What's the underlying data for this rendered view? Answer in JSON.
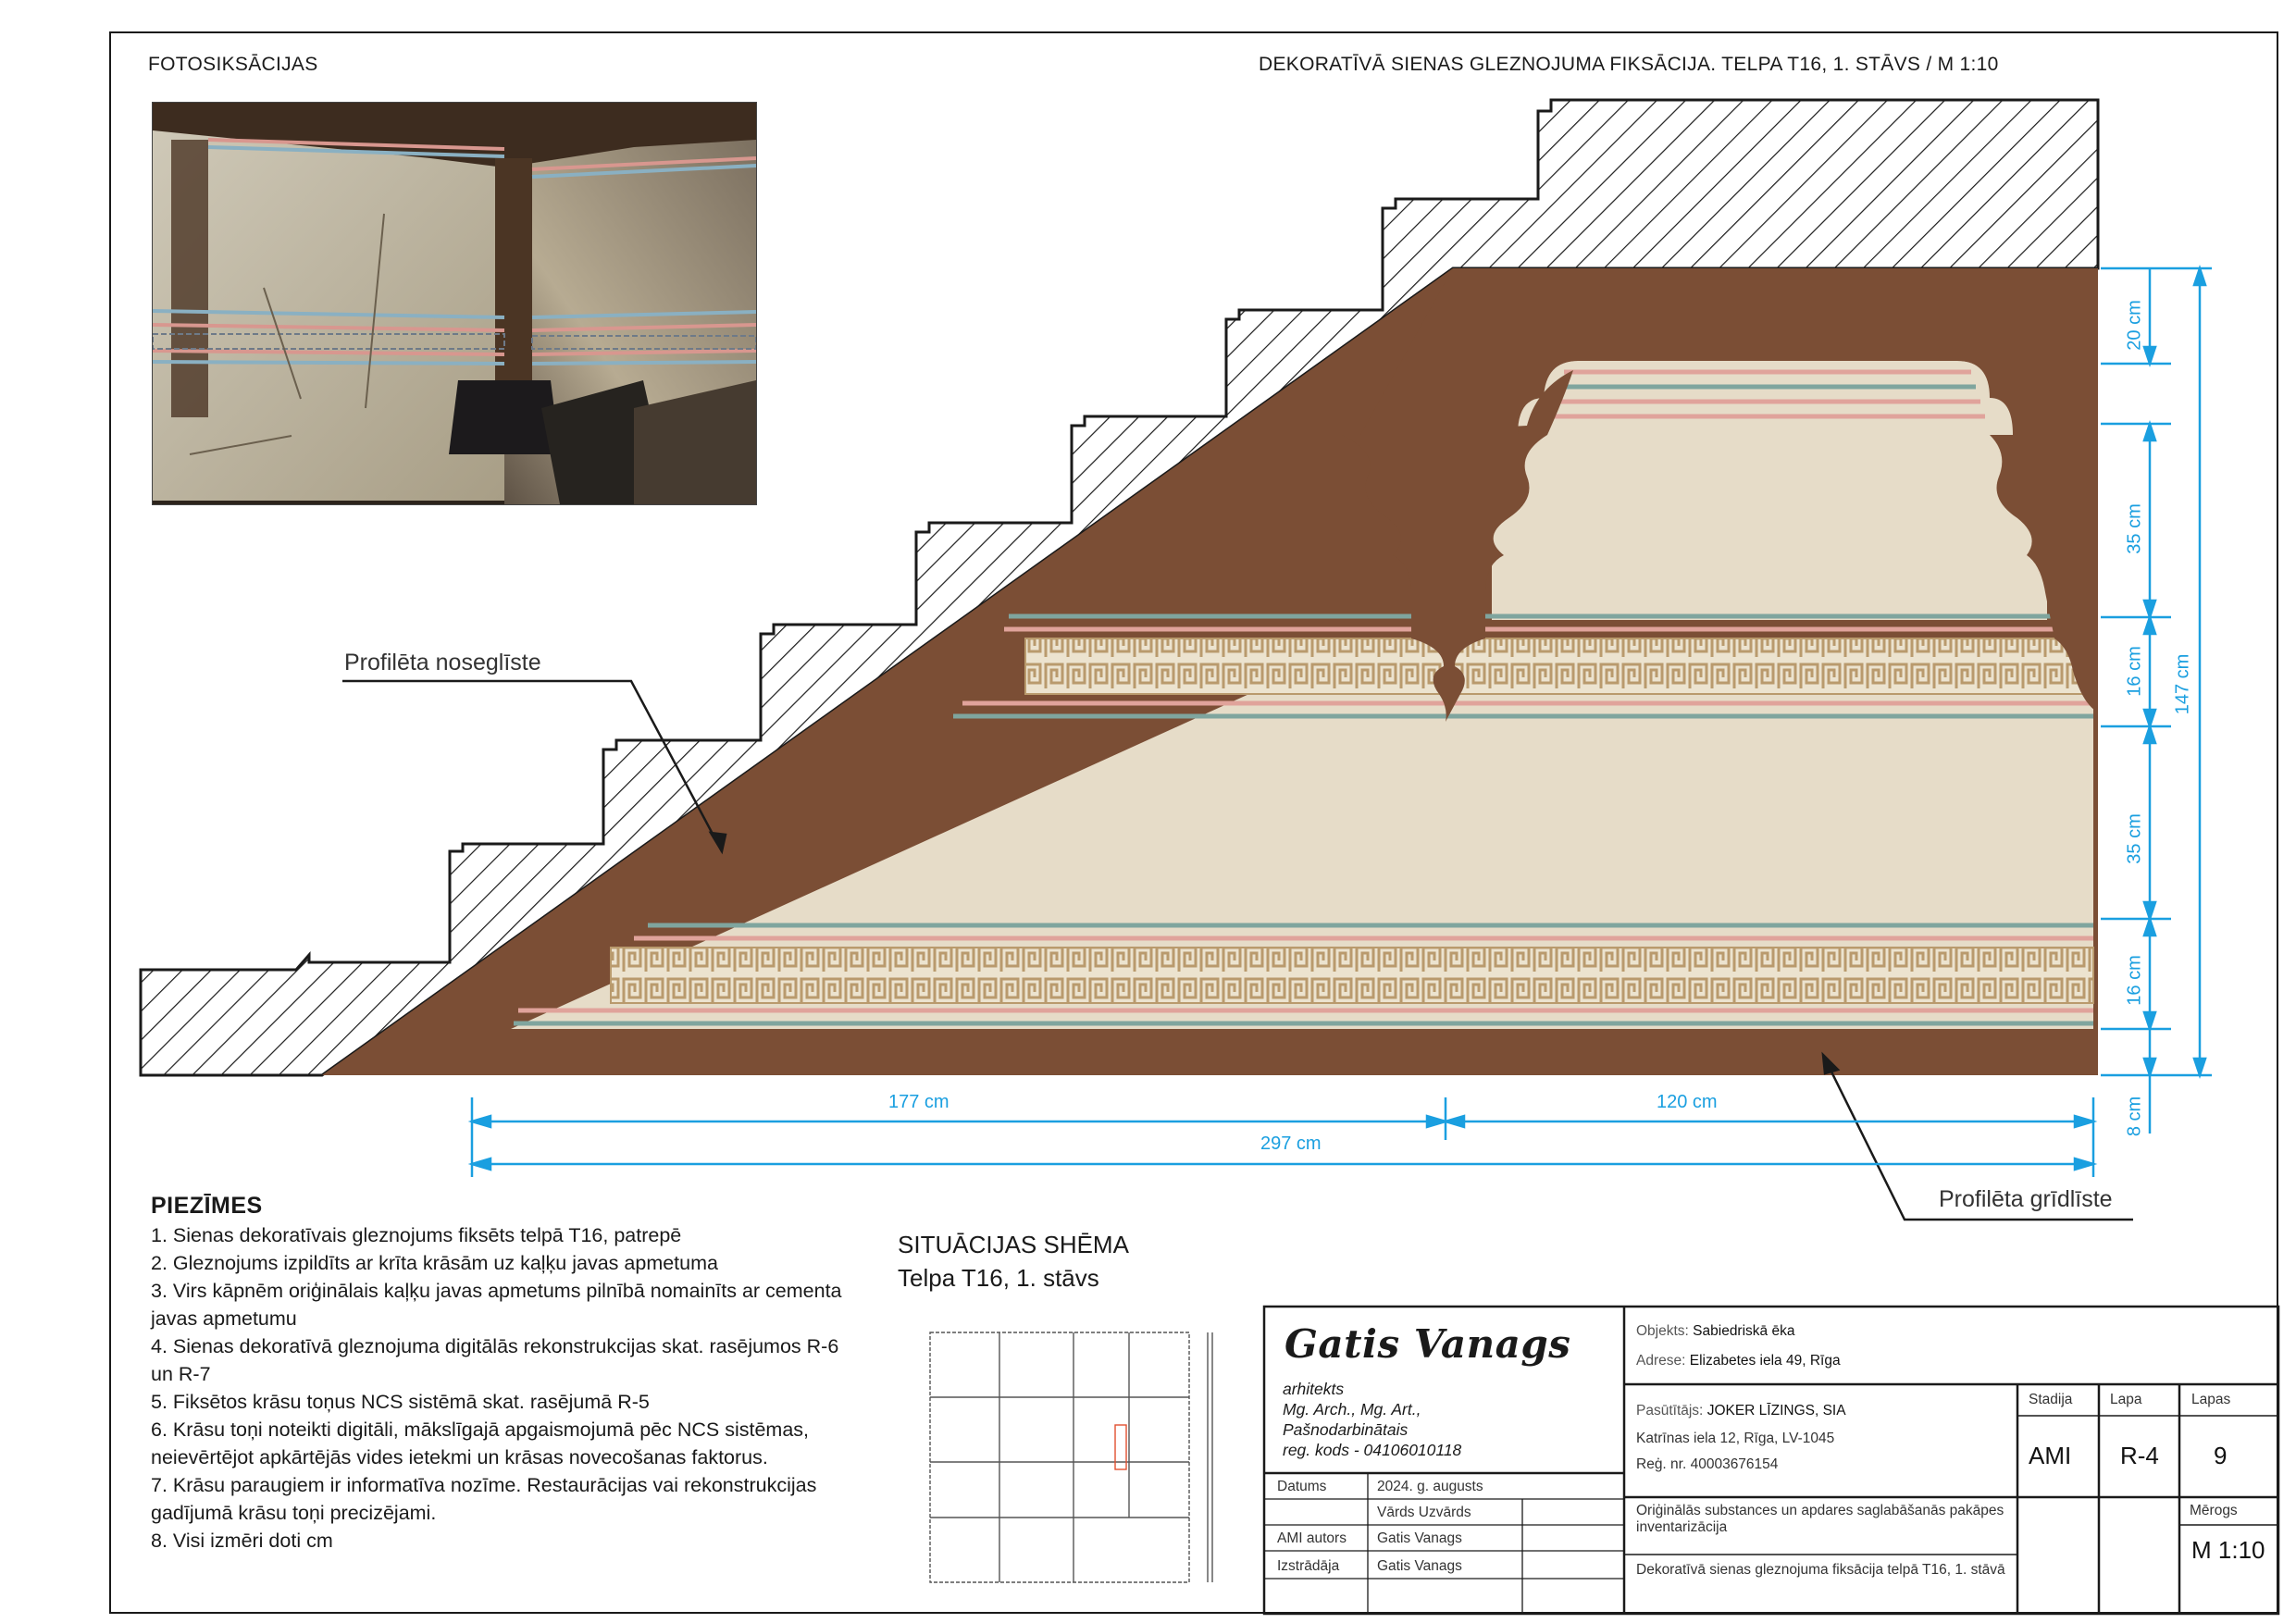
{
  "header": {
    "photos_label": "FOTOSIKSĀCIJAS",
    "drawing_title": "DEKORATĪVĀ SIENAS GLEZNOJUMA FIKSĀCIJA. TELPA T16, 1. STĀVS   / M 1:10"
  },
  "drawing": {
    "callout_top": "Profilēta noseglīste",
    "callout_bottom": "Profilēta grīdlīste",
    "dims_horizontal": [
      "177 cm",
      "120 cm",
      "297 cm"
    ],
    "dims_vertical": [
      "20 cm",
      "35 cm",
      "16 cm",
      "35 cm",
      "16 cm",
      "8 cm",
      "147 cm"
    ],
    "colors": {
      "brown": "#7b4e35",
      "cream": "#e6dcc8",
      "pink": "#e0a39b",
      "teal": "#7fa59e",
      "meander": "#b99a6d",
      "dimension": "#1a9fe0"
    }
  },
  "notes": {
    "title": "PIEZĪMES",
    "items": [
      "1. Sienas dekoratīvais gleznojums fiksēts telpā T16, patrepē",
      "2. Gleznojums izpildīts ar krīta krāsām uz kaļķu javas apmetuma",
      "3. Virs kāpnēm oriģinālais kaļķu javas apmetums pilnībā nomainīts ar cementa javas apmetumu",
      "4. Sienas dekoratīvā gleznojuma digitālās rekonstrukcijas skat. rasējumos R-6 un R-7",
      "5. Fiksētos krāsu toņus NCS sistēmā skat. rasējumā R-5",
      "6. Krāsu toņi noteikti digitāli, mākslīgajā apgaismojumā pēc NCS sistēmas, neievērtējot apkārtējās vides ietekmi un krāsas novecošanas faktorus.",
      "7. Krāsu paraugiem ir informatīva nozīme. Restaurācijas vai rekonstrukcijas gadījumā krāsu toņi precizējami.",
      "8. Visi izmēri doti cm"
    ]
  },
  "situation": {
    "title": "SITUĀCIJAS SHĒMA",
    "subtitle": "Telpa T16, 1. stāvs"
  },
  "title_block": {
    "author_name": "Gatis Vanags",
    "author_lines": [
      "arhitekts",
      "Mg. Arch., Mg. Art.,",
      "Pašnodarbinātais",
      "reg. kods - 04106010118"
    ],
    "object_label": "Objekts:",
    "object_value": "Sabiedriskā ēka",
    "address_label": "Adrese:",
    "address_value": "Elizabetes iela 49, Rīga",
    "client_label": "Pasūtītājs:",
    "client_value": "JOKER LĪZINGS, SIA",
    "client_address": "Katrīnas iela 12, Rīga, LV-1045",
    "client_reg": "Reģ. nr. 40003676154",
    "stage_label": "Stadija",
    "stage_value": "AMI",
    "sheet_label": "Lapa",
    "sheet_value": "R-4",
    "sheets_label": "Lapas",
    "sheets_value": "9",
    "scale_label": "Mērogs",
    "scale_value": "M 1:10",
    "project_name": "Oriģinālās substances un apdares saglabāšanās pakāpes inventarizācija",
    "sheet_name": "Dekoratīvā sienas gleznojuma fiksācija telpā T16, 1. stāvā",
    "date_label": "Datums",
    "date_value": "2024. g. augusts",
    "name_header": "Vārds  Uzvārds",
    "ami_author_label": "AMI autors",
    "ami_author_value": "Gatis Vanags",
    "prepared_label": "Izstrādāja",
    "prepared_value": "Gatis Vanags"
  }
}
